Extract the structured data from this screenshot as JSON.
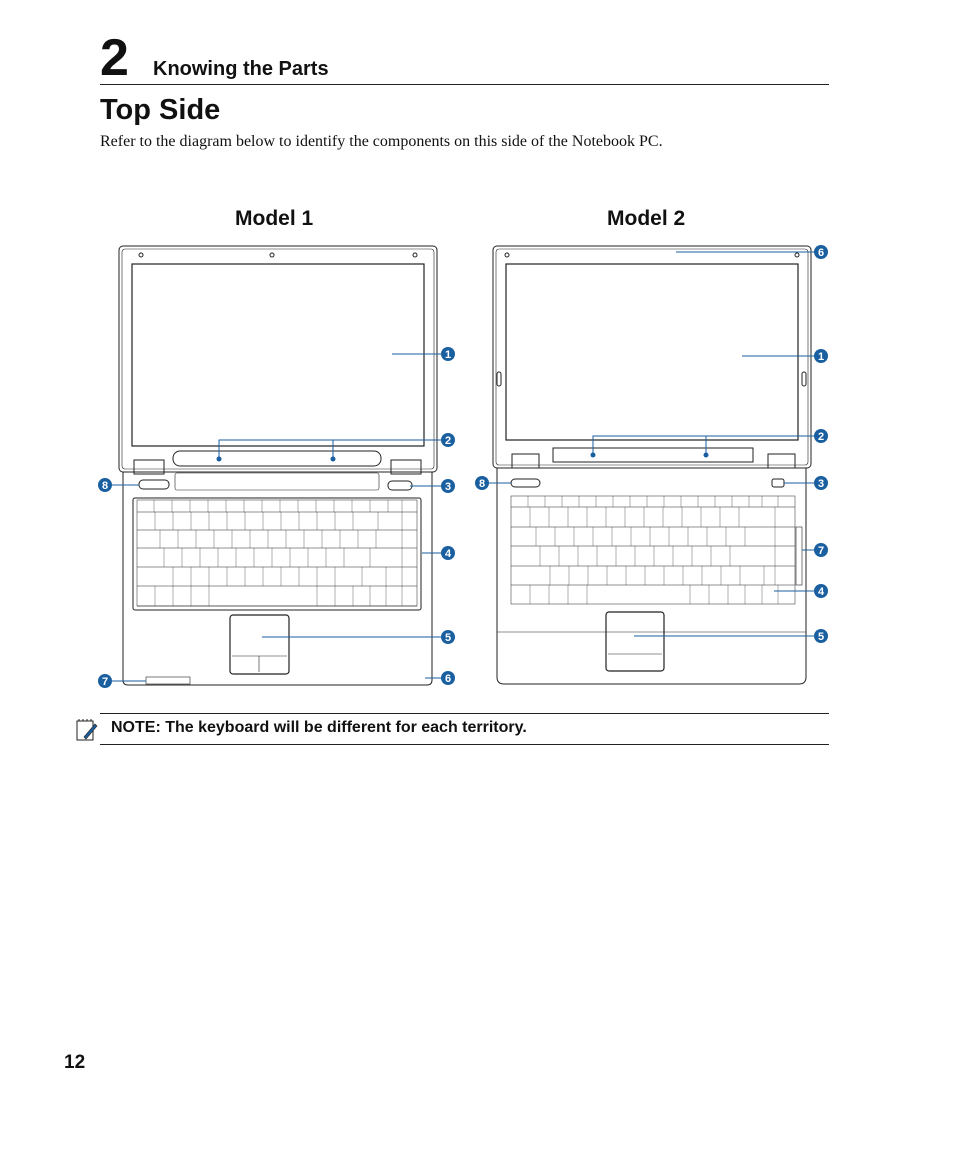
{
  "header": {
    "chapter_number": "2",
    "chapter_title": "Knowing the Parts"
  },
  "page": {
    "title": "Top Side",
    "intro": "Refer to the diagram below to identify the components on this side of the Notebook PC.",
    "number": "12"
  },
  "models": [
    {
      "label": "Model 1",
      "callouts": [
        "1",
        "2",
        "3",
        "4",
        "5",
        "6",
        "7",
        "8"
      ]
    },
    {
      "label": "Model 2",
      "callouts": [
        "1",
        "2",
        "3",
        "4",
        "5",
        "6",
        "7",
        "8"
      ]
    }
  ],
  "note": {
    "text": "NOTE: The keyboard will be different for each territory.",
    "icon": "note-pencil-icon"
  },
  "colors": {
    "callout": "#1a5fa0",
    "line": "#1a5fa0"
  }
}
